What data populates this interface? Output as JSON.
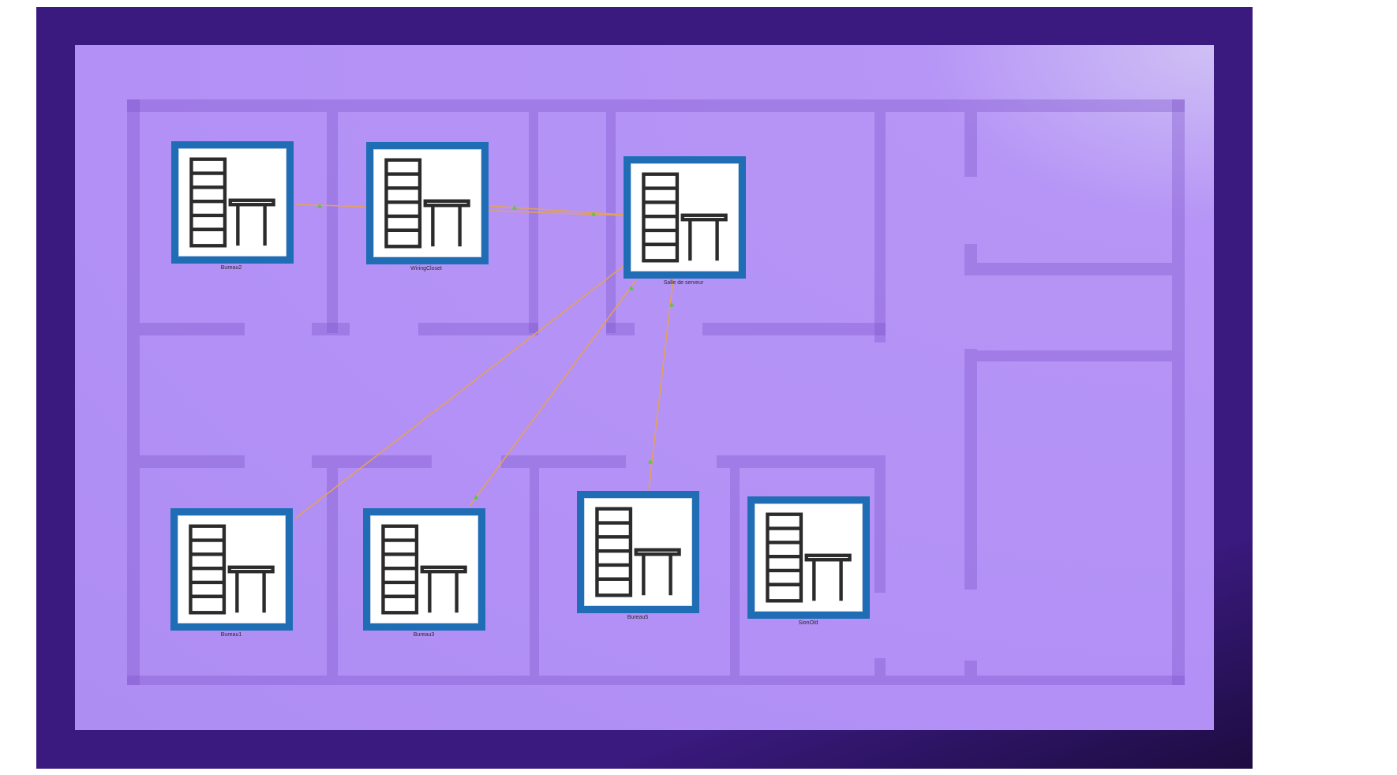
{
  "diagram": {
    "nodes": [
      {
        "id": "bureau2",
        "label": "Bureau2",
        "icon": "rack-desk-icon"
      },
      {
        "id": "wiring",
        "label": "WiringCloset",
        "icon": "rack-desk-icon"
      },
      {
        "id": "serveur",
        "label": "Salle de serveur",
        "icon": "rack-desk-icon"
      },
      {
        "id": "bureau1",
        "label": "Bureau1",
        "icon": "rack-desk-icon"
      },
      {
        "id": "bureau3",
        "label": "Bureau3",
        "icon": "rack-desk-icon"
      },
      {
        "id": "bureau5",
        "label": "Bureau5",
        "icon": "rack-desk-icon"
      },
      {
        "id": "sionoid",
        "label": "SionOld",
        "icon": "rack-desk-icon"
      }
    ],
    "links": [
      {
        "from": "bureau2",
        "to": "wiring"
      },
      {
        "from": "wiring",
        "to": "serveur"
      },
      {
        "from": "wiring",
        "to": "serveur"
      },
      {
        "from": "serveur",
        "to": "bureau1"
      },
      {
        "from": "serveur",
        "to": "bureau3"
      },
      {
        "from": "serveur",
        "to": "bureau5"
      }
    ],
    "colors": {
      "frame": "#3a1a7f",
      "floor": "#b391f6",
      "node_border": "#1f6db5",
      "link": "#e2a25a",
      "link_marker": "#5cc63a"
    }
  }
}
